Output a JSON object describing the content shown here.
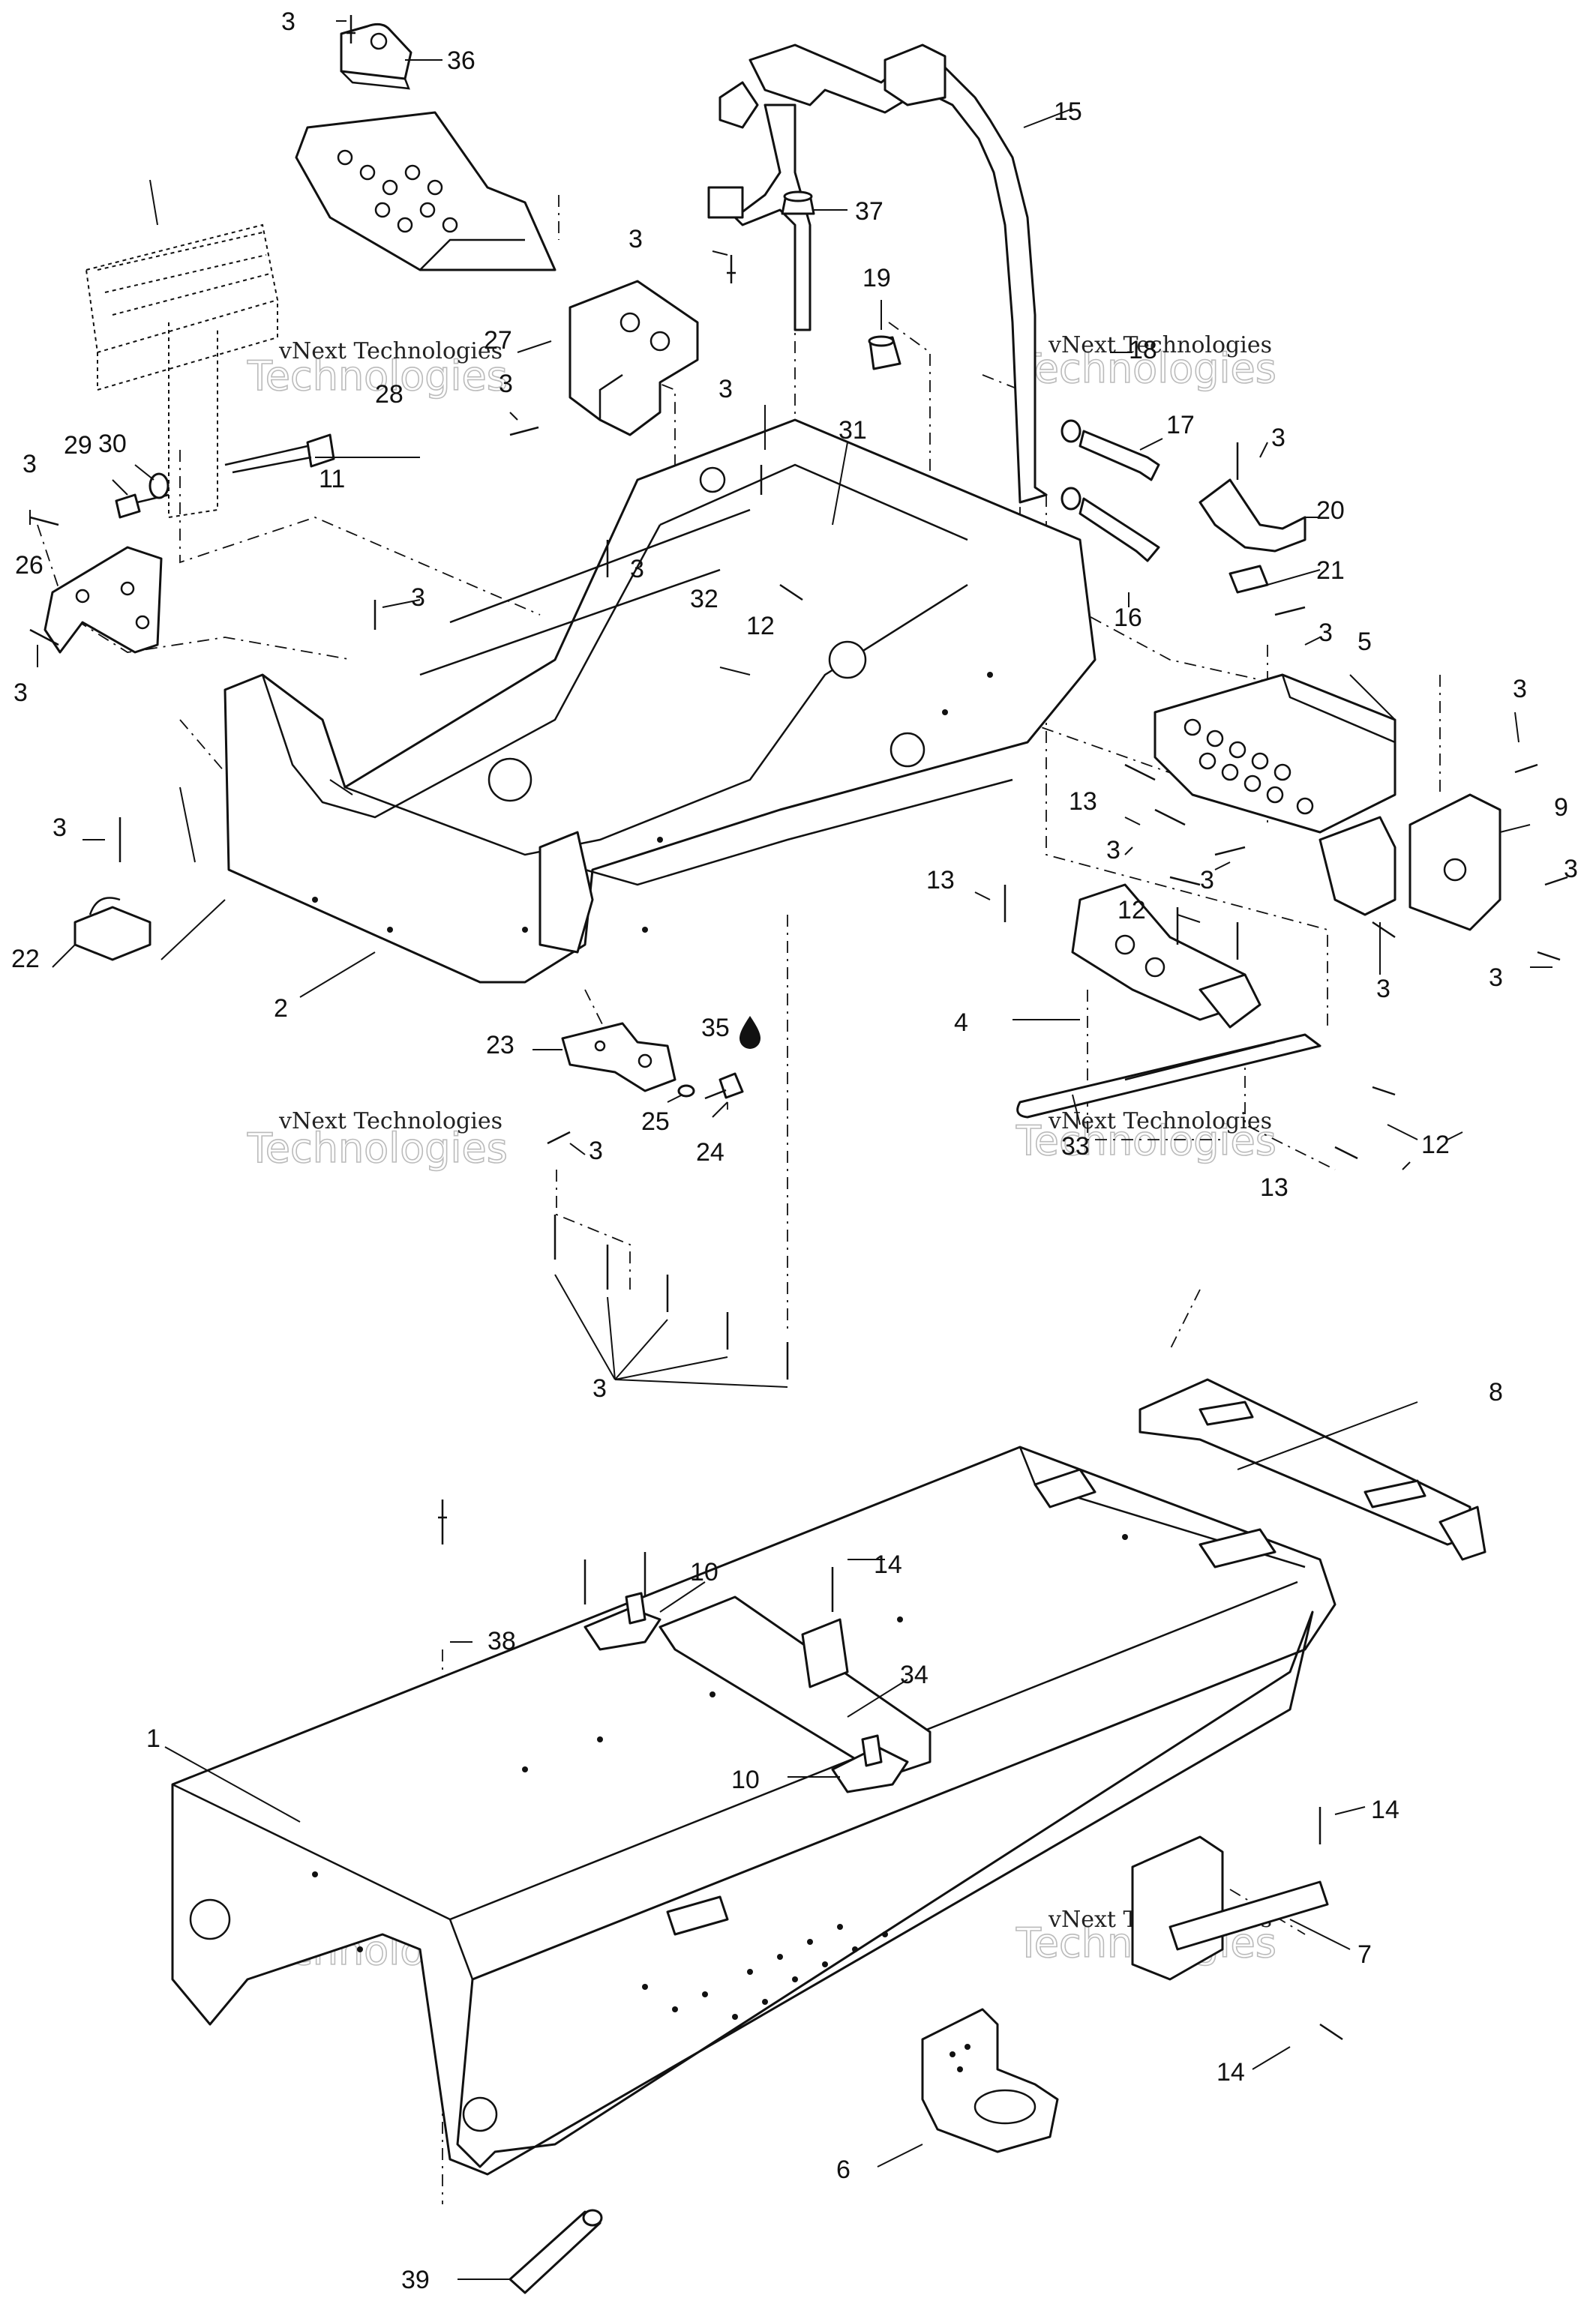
{
  "diagram": {
    "watermark": {
      "line_small": "vNext Technologies",
      "line_large": "Technologies"
    },
    "callouts": [
      "1",
      "2",
      "3",
      "4",
      "5",
      "6",
      "7",
      "8",
      "9",
      "10",
      "11",
      "12",
      "13",
      "14",
      "15",
      "16",
      "17",
      "18",
      "19",
      "20",
      "21",
      "22",
      "23",
      "24",
      "25",
      "26",
      "27",
      "28",
      "29",
      "30",
      "31",
      "32",
      "33",
      "34",
      "35",
      "36",
      "37",
      "38",
      "39"
    ],
    "icons": [
      "fluid-drop-icon"
    ],
    "colors": {
      "ink": "#111111",
      "paper": "#ffffff",
      "watermark": "#bbbbbb"
    }
  }
}
